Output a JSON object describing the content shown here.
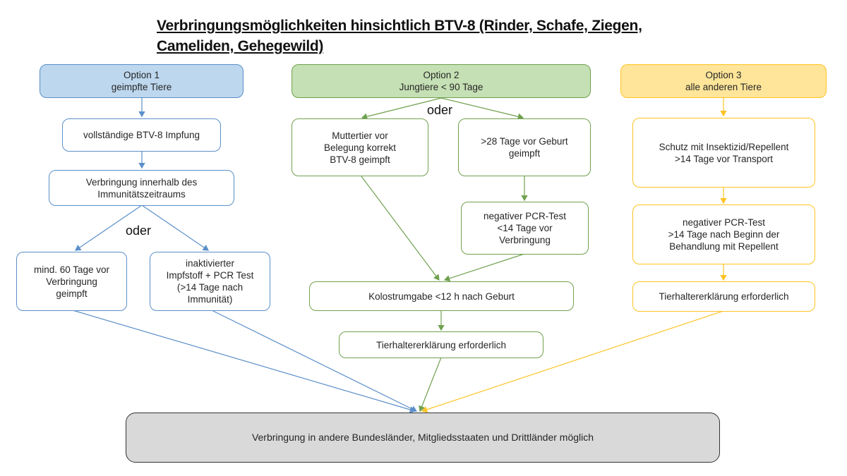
{
  "title": "Verbringungsmöglichkeiten hinsichtlich BTV-8  (Rinder, Schafe, Ziegen,\nCameliden, Gehegewild)",
  "colors": {
    "option1": "#5b8fc9",
    "option2": "#70a14f",
    "option3": "#ffc325",
    "final": "#d9d9d9"
  },
  "option1": {
    "header": "Option 1\ngeimpfte Tiere",
    "step1": "vollständige BTV-8 Impfung",
    "step2": "Verbringung innerhalb des\nImmunitätszeitraums",
    "or_label": "oder",
    "branch_a": "mind. 60 Tage vor\nVerbringung\ngeimpft",
    "branch_b": "inaktivierter\nImpfstoff + PCR Test\n(>14 Tage nach\nImmunität)"
  },
  "option2": {
    "header": "Option 2\nJungtiere < 90 Tage",
    "or_label": "oder",
    "branch_a": "Muttertier vor\nBelegung korrekt\nBTV-8 geimpft",
    "branch_b": ">28 Tage vor Geburt\ngeimpft",
    "branch_b_step": "negativer PCR-Test\n<14 Tage vor\nVerbringung",
    "step_colostrum": "Kolostrumgabe <12 h nach Geburt",
    "step_declaration": "Tierhaltererklärung erforderlich"
  },
  "option3": {
    "header": "Option 3\nalle anderen Tiere",
    "step1": "Schutz mit Insektizid/Repellent\n>14 Tage vor Transport",
    "step2": "negativer PCR-Test\n>14 Tage nach Beginn der\nBehandlung mit Repellent",
    "step3": "Tierhaltererklärung erforderlich"
  },
  "final": "Verbringung in andere Bundesländer, Mitgliedsstaaten und Drittländer möglich"
}
